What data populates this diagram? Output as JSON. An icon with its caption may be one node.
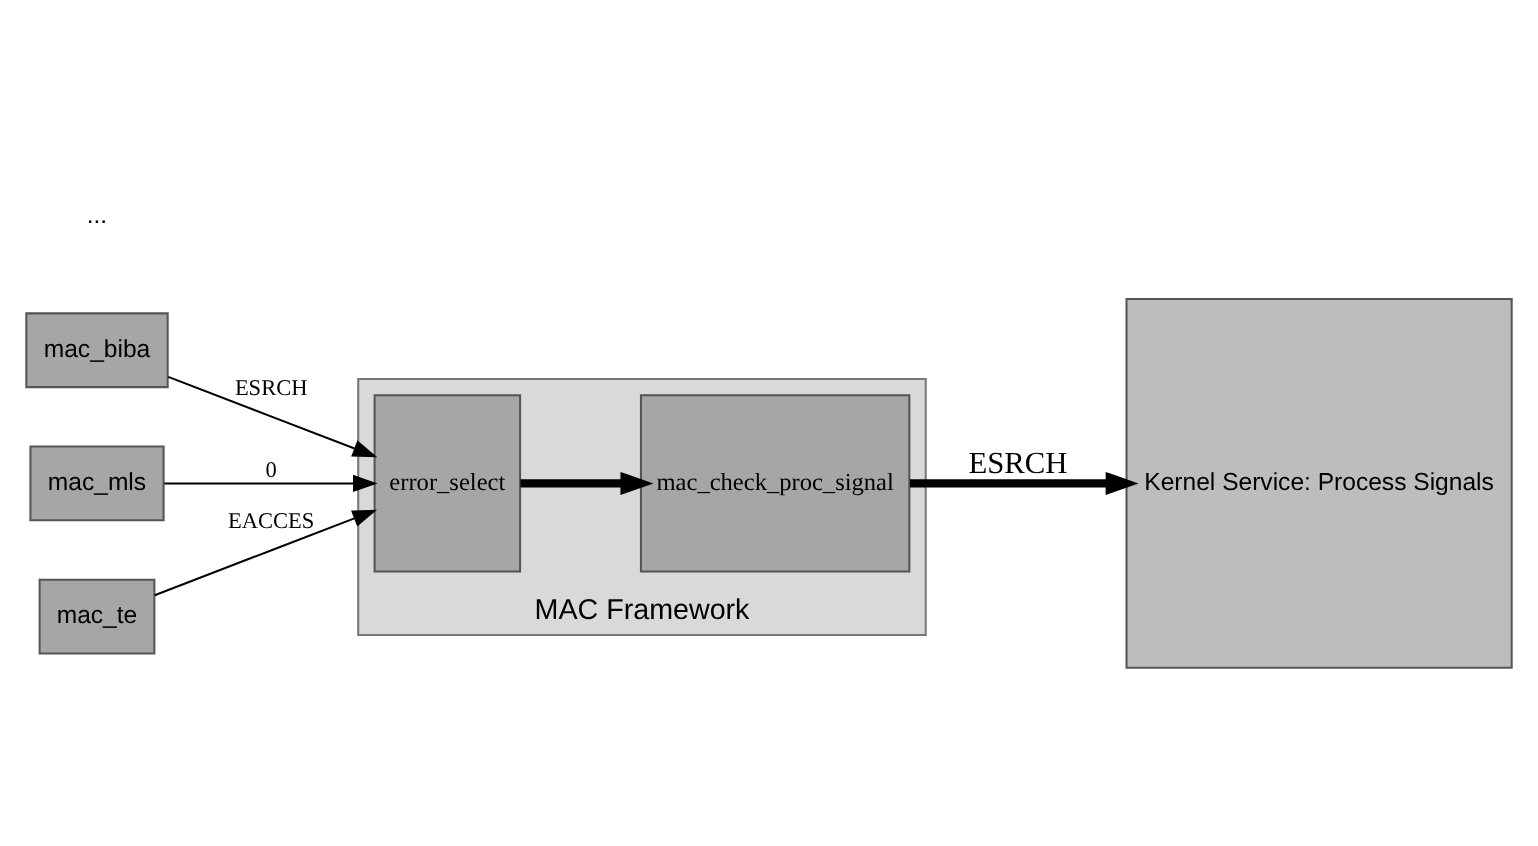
{
  "diagram": {
    "nodes": [
      {
        "text": [
          "mac_biba"
        ]
      },
      {
        "text": [
          "mac_mls"
        ]
      },
      {
        "text": [
          "mac_te"
        ]
      },
      {
        "text": [
          "MAC Framework"
        ]
      },
      {
        "text": [
          "error_select"
        ],
        "in": 3
      },
      {
        "text": [
          "mac_check_proc_signal"
        ],
        "in": 3
      },
      {
        "text": [
          "Kernel Service: Process Signals"
        ]
      }
    ],
    "edges": [
      {
        "from": 0,
        "to": 4,
        "arrow": "to",
        "label": "ESRCH"
      },
      {
        "from": 1,
        "to": 4,
        "arrow": "to",
        "label": "0"
      },
      {
        "from": 2,
        "to": 4,
        "arrow": "to",
        "label": "EACCES"
      },
      {
        "from": 4,
        "to": 5,
        "arrow": "to",
        "style": "thick"
      },
      {
        "from": 5,
        "to": 6,
        "arrow": "to",
        "style": "thick",
        "label": "ESRCH"
      }
    ],
    "labels": [
      "..."
    ]
  }
}
